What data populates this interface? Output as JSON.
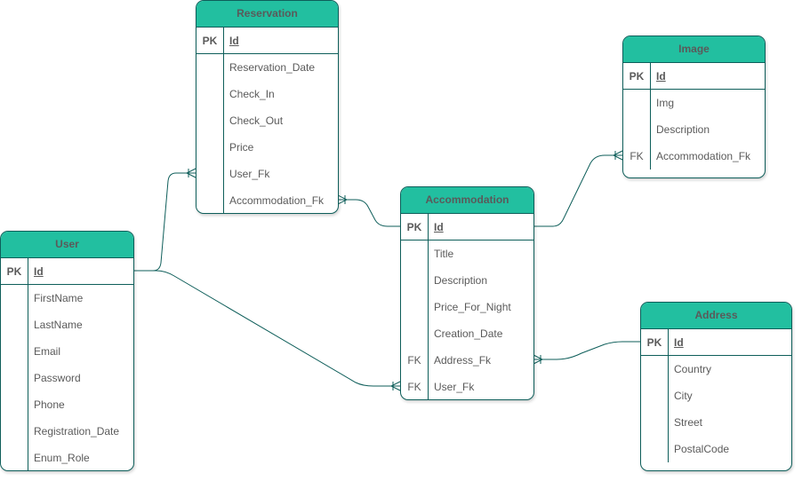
{
  "entities": {
    "reservation": {
      "title": "Reservation",
      "rows": [
        {
          "key": "PK",
          "field": "Id"
        },
        {
          "key": "",
          "field": "Reservation_Date"
        },
        {
          "key": "",
          "field": "Check_In"
        },
        {
          "key": "",
          "field": "Check_Out"
        },
        {
          "key": "",
          "field": "Price"
        },
        {
          "key": "",
          "field": "User_Fk"
        },
        {
          "key": "",
          "field": "Accommodation_Fk"
        }
      ]
    },
    "image": {
      "title": "Image",
      "rows": [
        {
          "key": "PK",
          "field": "Id"
        },
        {
          "key": "",
          "field": "Img"
        },
        {
          "key": "",
          "field": "Description"
        },
        {
          "key": "FK",
          "field": "Accommodation_Fk"
        }
      ]
    },
    "user": {
      "title": "User",
      "rows": [
        {
          "key": "PK",
          "field": "Id"
        },
        {
          "key": "",
          "field": "FirstName"
        },
        {
          "key": "",
          "field": "LastName"
        },
        {
          "key": "",
          "field": "Email"
        },
        {
          "key": "",
          "field": "Password"
        },
        {
          "key": "",
          "field": "Phone"
        },
        {
          "key": "",
          "field": "Registration_Date"
        },
        {
          "key": "",
          "field": "Enum_Role"
        }
      ]
    },
    "accommodation": {
      "title": "Accommodation",
      "rows": [
        {
          "key": "PK",
          "field": "Id"
        },
        {
          "key": "",
          "field": "Title"
        },
        {
          "key": "",
          "field": "Description"
        },
        {
          "key": "",
          "field": "Price_For_Night"
        },
        {
          "key": "",
          "field": "Creation_Date"
        },
        {
          "key": "FK",
          "field": "Address_Fk"
        },
        {
          "key": "FK",
          "field": "User_Fk"
        }
      ]
    },
    "address": {
      "title": "Address",
      "rows": [
        {
          "key": "PK",
          "field": "Id"
        },
        {
          "key": "",
          "field": "Country"
        },
        {
          "key": "",
          "field": "City"
        },
        {
          "key": "",
          "field": "Street"
        },
        {
          "key": "",
          "field": "PostalCode"
        }
      ]
    }
  },
  "colors": {
    "header": "#22bfa0",
    "border": "#0e5e5a",
    "text": "#5a5a5a"
  }
}
